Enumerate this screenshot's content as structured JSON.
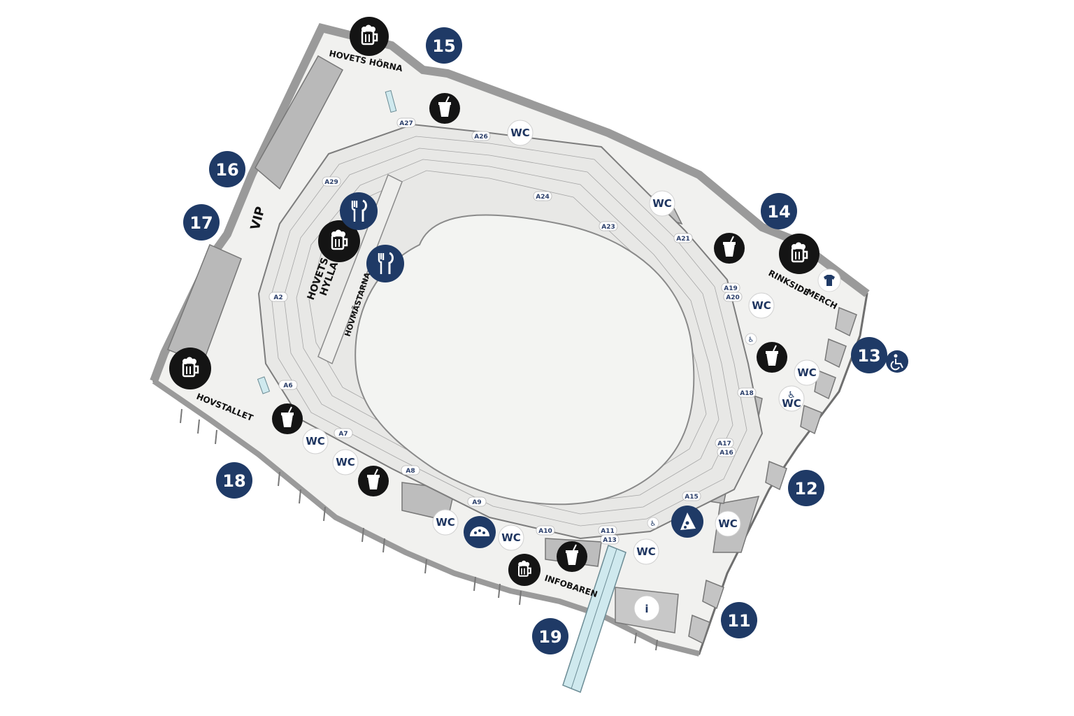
{
  "map": {
    "areas": {
      "hovets_horna": "HOVETS HÖRNA",
      "vip": "VIP",
      "hovets_hylla": [
        "HOVETS",
        "HYLLA"
      ],
      "hovmastarna": "HOVMÄSTARNA",
      "hovstallet": "HOVSTALLET",
      "rinkside": "RINKSIDE",
      "merch": "MERCH",
      "infobaren": "INFOBAREN"
    },
    "entrances": [
      "11",
      "12",
      "13",
      "14",
      "15",
      "16",
      "17",
      "18",
      "19"
    ],
    "sections": [
      "A2",
      "A6",
      "A7",
      "A8",
      "A9",
      "A10",
      "A11",
      "A13",
      "A15",
      "A16",
      "A17",
      "A18",
      "A19",
      "A20",
      "A21",
      "A23",
      "A24",
      "A26",
      "A27",
      "A29"
    ],
    "wc_label": "WC",
    "info_label": "i",
    "icons": {
      "beer": "beer-mug-icon",
      "drink": "soft-drink-icon",
      "food": "fork-knife-icon",
      "taco": "taco-icon",
      "pizza": "pizza-icon",
      "wheelchair": "wheelchair-icon",
      "merch": "tshirt-icon",
      "info": "info-icon"
    },
    "colors": {
      "navy": "#1f3a66",
      "black": "#141414",
      "floor": "#f1f1ef",
      "wall": "#b9b9b9"
    }
  }
}
